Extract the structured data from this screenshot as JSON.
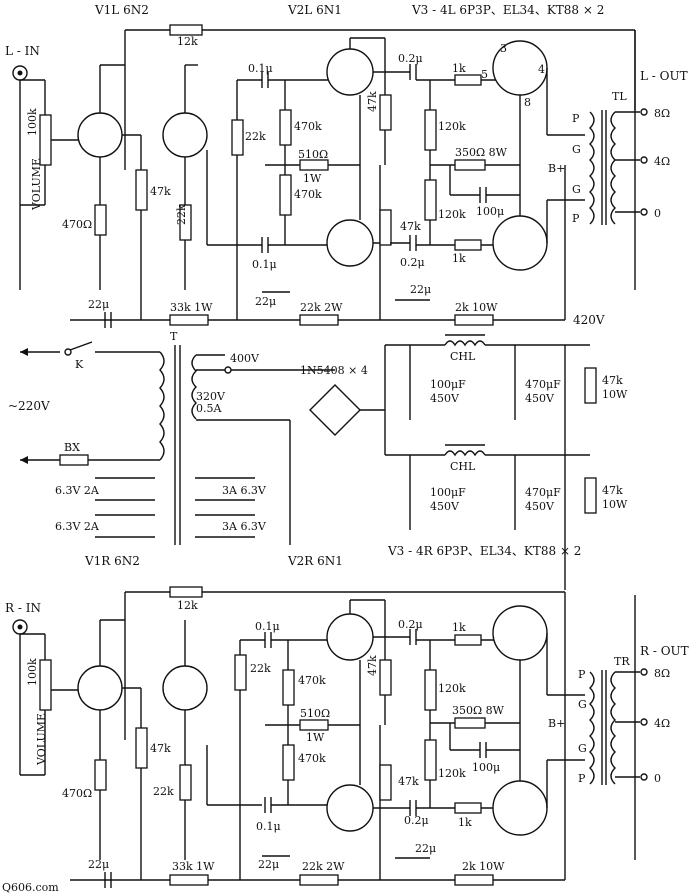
{
  "left": {
    "input": "L - IN",
    "output": "L - OUT",
    "v1": "V1L 6N2",
    "v2": "V2L 6N1",
    "v34": "V3 - 4L 6P3P、EL34、KT88 × 2",
    "transformer": "TL",
    "supply_voltage": "420V"
  },
  "right": {
    "input": "R - IN",
    "output": "R - OUT",
    "v1": "V1R 6N2",
    "v2": "V2R 6N1",
    "v34": "V3 - 4R 6P3P、EL34、KT88 × 2",
    "transformer": "TR"
  },
  "components": {
    "vol_pot": "100k",
    "volume": "VOLUME",
    "r_470": "470Ω",
    "r_47k": "47k",
    "r_22k": "22k",
    "r_12k": "12k",
    "r_470k": "470k",
    "r_510": "510Ω",
    "r_1w": "1W",
    "r_120k": "120k",
    "r_1k": "1k",
    "r_350": "350Ω 8W",
    "c_100u": "100μ",
    "c_01": "0.1μ",
    "c_02": "0.2μ",
    "c_22": "22μ",
    "r_33k": "33k 1W",
    "r_22k2w": "22k 2W",
    "r_2k10w": "2k 10W",
    "tap_8": "8Ω",
    "tap_4": "4Ω",
    "tap_0": "0",
    "pin_p": "P",
    "pin_g": "G",
    "bplus": "B+",
    "pin3": "3",
    "pin4": "4",
    "pin5": "5",
    "pin8": "8"
  },
  "power": {
    "switch": "K",
    "mains": "~220V",
    "fuse": "BX",
    "transformer": "T",
    "hv_400": "400V",
    "hv_320": "320V",
    "hv_amp": "0.5A",
    "diodes": "1N5408 × 4",
    "choke": "CHL",
    "c_100": "100μF",
    "c_470": "470μF",
    "c_v": "450V",
    "bleeder": "47k",
    "bleeder_w": "10W",
    "heater_a": "6.3V 2A",
    "heater_b": "3A 6.3V"
  },
  "watermark": "Q606.com"
}
